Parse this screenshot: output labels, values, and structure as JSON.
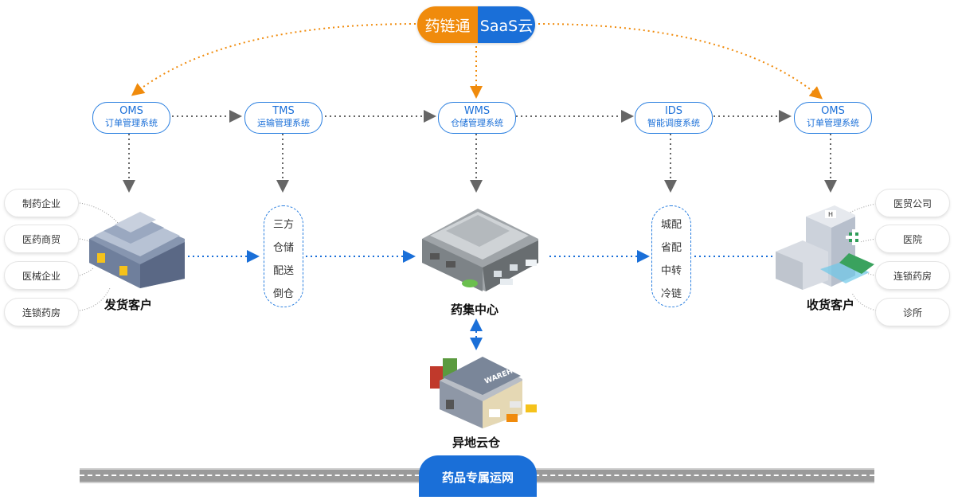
{
  "brand": {
    "left": "药链通",
    "right": "SaaS云"
  },
  "systems": [
    {
      "code": "OMS",
      "name": "订单管理系统"
    },
    {
      "code": "TMS",
      "name": "运输管理系统"
    },
    {
      "code": "WMS",
      "name": "仓储管理系统"
    },
    {
      "code": "IDS",
      "name": "智能调度系统"
    },
    {
      "code": "OMS",
      "name": "订单管理系统"
    }
  ],
  "shippers": [
    "制药企业",
    "医药商贸",
    "医械企业",
    "连锁药房"
  ],
  "receivers": [
    "医贸公司",
    "医院",
    "连锁药房",
    "诊所"
  ],
  "services_left": [
    "三方",
    "仓储",
    "配送",
    "倒仓"
  ],
  "services_right": [
    "城配",
    "省配",
    "中转",
    "冷链"
  ],
  "labels": {
    "shipper": "发货客户",
    "center": "药集中心",
    "receiver": "收货客户",
    "cloud_warehouse": "异地云仓",
    "network": "药品专属运网"
  },
  "building_text": {
    "warehouse_sign": "WAREHOUSE"
  },
  "colors": {
    "orange": "#f08b0c",
    "blue": "#1a6fd8",
    "arrow_gray": "#666666"
  }
}
